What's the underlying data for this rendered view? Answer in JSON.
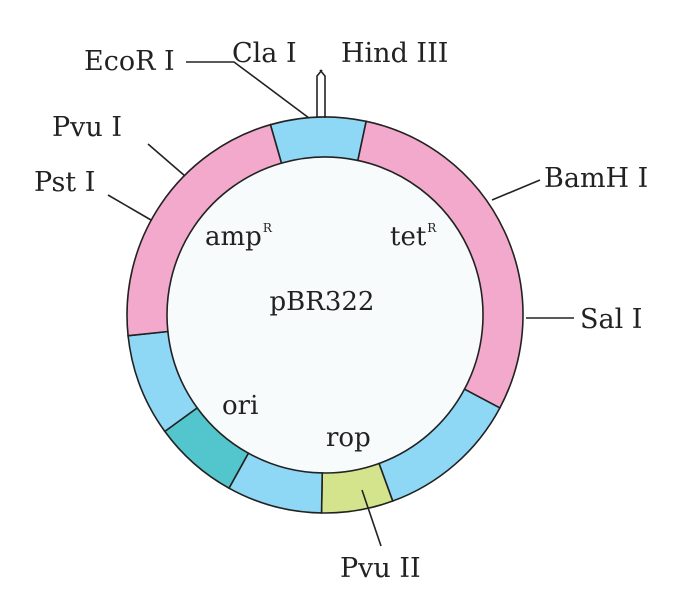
{
  "plasmid": {
    "name": "pBR322",
    "colors": {
      "amp": "#f2a9cc",
      "tet": "#f2a9cc",
      "blue": "#8ed8f6",
      "ori": "#52c6cc",
      "rop": "#d4e48c",
      "center": "#f7fbfc",
      "outline": "#222222"
    }
  },
  "genes": {
    "amp": {
      "base": "amp",
      "superscript": "R"
    },
    "tet": {
      "base": "tet",
      "superscript": "R"
    },
    "ori": "ori",
    "rop": "rop"
  },
  "sites": {
    "ecor1": "EcoR I",
    "cla1": "Cla I",
    "hind3": "Hind III",
    "pvu1": "Pvu I",
    "pst1": "Pst I",
    "bamh1": "BamH I",
    "sal1": "Sal I",
    "pvu2": "Pvu II"
  }
}
